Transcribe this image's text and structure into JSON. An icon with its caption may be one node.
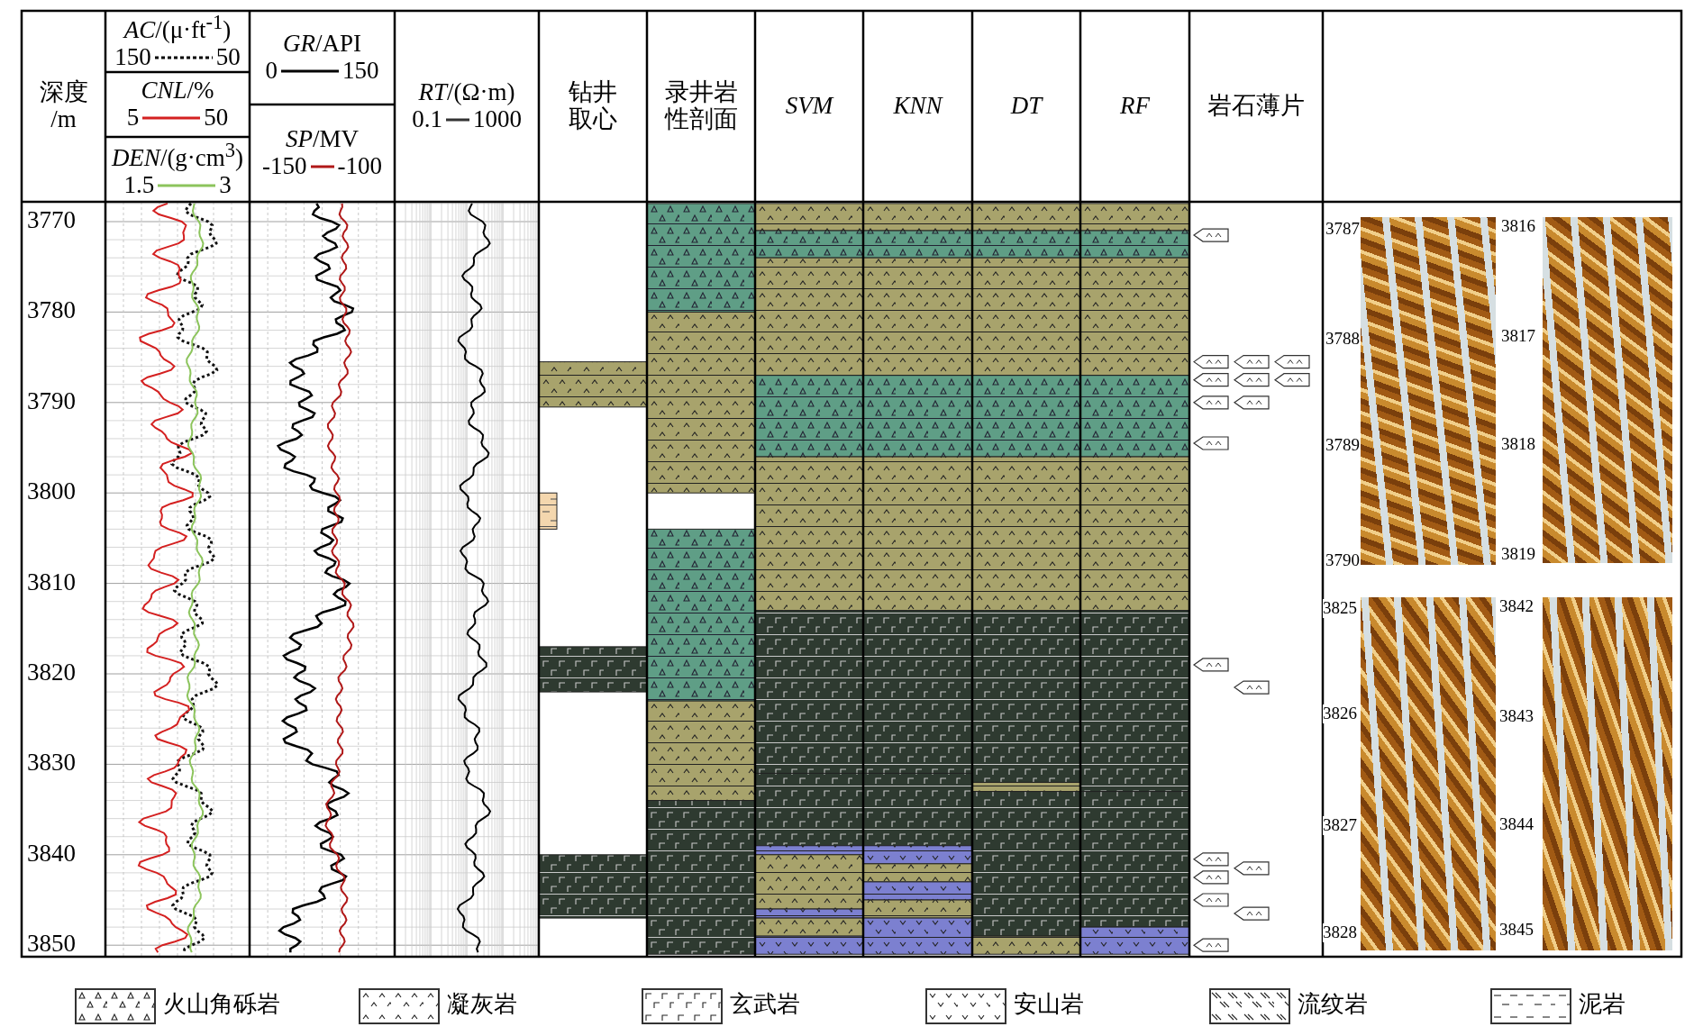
{
  "diagram": {
    "labels": [
      "深度 /m",
      "*AC*/(μ·ft$^{-1}$)",
      "150",
      "50",
      "*CNL*/%",
      "5",
      "50",
      "*DEN*/(g·cm$^{3}$)",
      "1.5",
      "3",
      "*GR*/API",
      "0",
      "150",
      "*SP*/MV",
      "-150",
      "-100",
      "*RT*/(Ω·m)",
      "0.1",
      "1000",
      "钻井取心",
      "录井岩性剖面",
      "SVM",
      "KNN",
      "DT",
      "RF",
      "岩石薄片",
      "3770",
      "3780",
      "3790",
      "3800",
      "3810",
      "3820",
      "3830",
      "3840",
      "3850",
      "3787",
      "3788",
      "3789",
      "3790",
      "3816",
      "3817",
      "3818",
      "3819",
      "3825",
      "3826",
      "3827",
      "3828",
      "3842",
      "3843",
      "3844",
      "3845"
    ],
    "legend": [
      {
        "text": "火山角砾岩"
      },
      {
        "text": "凝灰岩"
      },
      {
        "text": "玄武岩"
      },
      {
        "text": "安山岩"
      },
      {
        "text": "流纹岩"
      },
      {
        "text": "泥岩"
      }
    ]
  }
}
